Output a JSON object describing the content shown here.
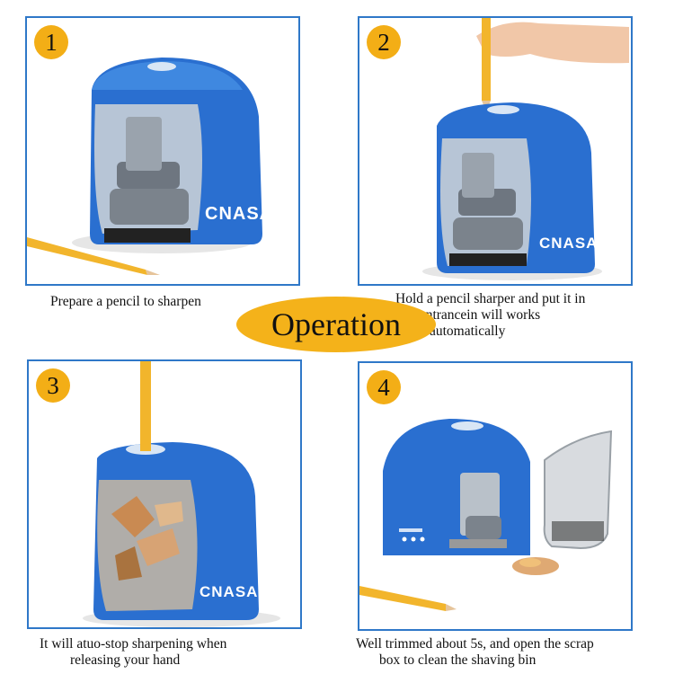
{
  "title": "Operation",
  "colors": {
    "accent": "#f3ae16",
    "panel_border": "#2f78c8",
    "sharpener_blue": "#2a6fd0"
  },
  "steps": [
    {
      "number": "1",
      "lines": [
        "Prepare a pencil to sharpen"
      ]
    },
    {
      "number": "2",
      "lines": [
        "Hold a pencil sharper and put it in",
        "the entrancein will works",
        "automatically"
      ]
    },
    {
      "number": "3",
      "lines": [
        "It will atuo-stop sharpening when",
        "releasing your hand"
      ]
    },
    {
      "number": "4",
      "lines": [
        "Well trimmed about 5s, and open the scrap",
        "box to clean the shaving bin"
      ]
    }
  ],
  "brand": "CNASA"
}
